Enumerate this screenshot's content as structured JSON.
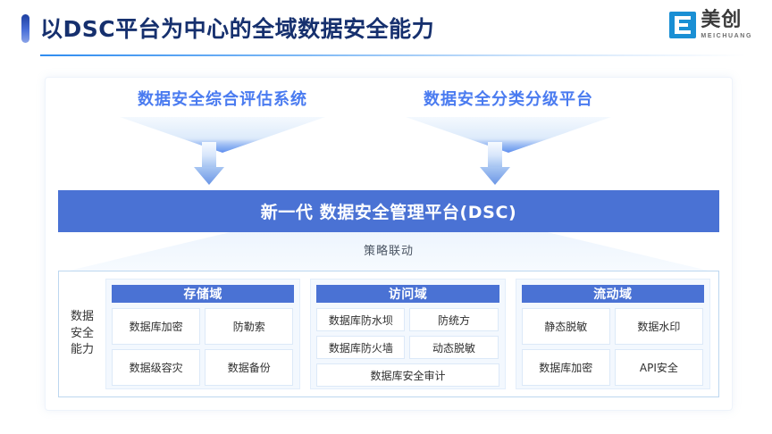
{
  "header": {
    "title": "以DSC平台为中心的全域数据安全能力",
    "accent_color": "#1d3fa0",
    "rule_color": "#2f8cf0"
  },
  "logo": {
    "mark": "meichuang-logo-icon",
    "cn": "美创",
    "en": "MEICHUANG",
    "mark_color": "#1a8fd4"
  },
  "diagram": {
    "sources": [
      {
        "label": "数据安全综合评估系统"
      },
      {
        "label": "数据安全分类分级平台"
      }
    ],
    "platform": {
      "label": "新一代 数据安全管理平台(DSC)",
      "color": "#4a72d4"
    },
    "linkage_label": "策略联动",
    "capability": {
      "label": "数据\n安全\n能力",
      "label_lines": [
        "数据",
        "安全",
        "能力"
      ],
      "domains": [
        {
          "title": "存储域",
          "items": [
            {
              "label": "数据库加密",
              "wide": false
            },
            {
              "label": "防勒索",
              "wide": false
            },
            {
              "label": "数据级容灾",
              "wide": false
            },
            {
              "label": "数据备份",
              "wide": false
            }
          ]
        },
        {
          "title": "访问域",
          "items": [
            {
              "label": "数据库防水坝",
              "wide": false
            },
            {
              "label": "防统方",
              "wide": false
            },
            {
              "label": "数据库防火墙",
              "wide": false
            },
            {
              "label": "动态脱敏",
              "wide": false
            },
            {
              "label": "数据库安全审计",
              "wide": true
            }
          ]
        },
        {
          "title": "流动域",
          "items": [
            {
              "label": "静态脱敏",
              "wide": false
            },
            {
              "label": "数据水印",
              "wide": false
            },
            {
              "label": "数据库加密",
              "wide": false
            },
            {
              "label": "API安全",
              "wide": false
            }
          ]
        }
      ]
    }
  }
}
